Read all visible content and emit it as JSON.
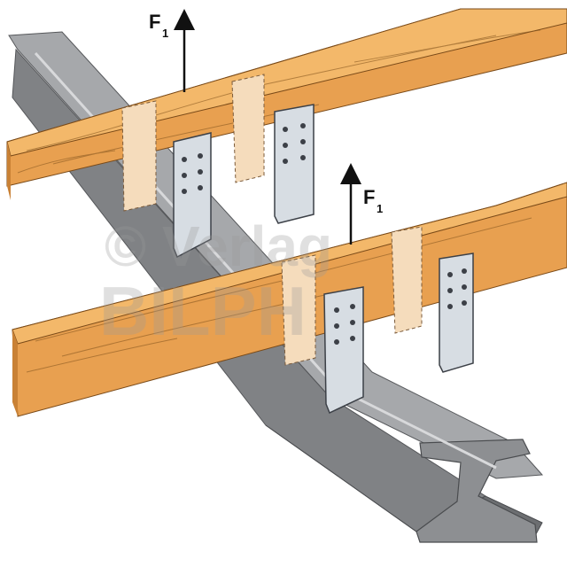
{
  "labels": {
    "force_upper": {
      "main": "F",
      "sub": "1"
    },
    "force_lower": {
      "main": "F",
      "sub": "1"
    }
  },
  "watermark": {
    "line1": "© Verlag",
    "line2": "BILPH"
  },
  "colors": {
    "wood": "#eca557",
    "wood_dark": "#c98135",
    "wood_top": "#f3b86a",
    "steel": "#8d8f92",
    "steel_dark": "#5f6164",
    "steel_light": "#c6c7c9",
    "plate": "#d7dde3",
    "plate_edge": "#3c4047",
    "ghost_plate": "#f5dcbc"
  }
}
